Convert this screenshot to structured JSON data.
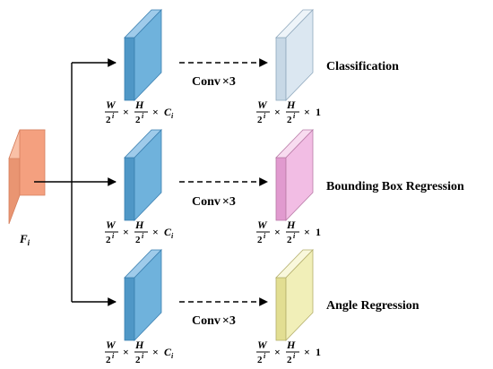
{
  "input": {
    "label_main": "F",
    "label_sub": "i",
    "color": "#f4a07f"
  },
  "feature_size": {
    "width_sym": "W",
    "height_sym": "H",
    "denom_base": "2",
    "denom_exp": "i",
    "times": "×",
    "channel_main": "C",
    "channel_sub": "i",
    "one": "1"
  },
  "conv": {
    "label": "Conv",
    "times": "×",
    "count": "3"
  },
  "branches": [
    {
      "name": "Classification",
      "head_color": "#dbe7f1"
    },
    {
      "name": "Bounding Box Regression",
      "head_color": "#f2bde4"
    },
    {
      "name": "Angle Regression",
      "head_color": "#f1efb8"
    }
  ],
  "colors": {
    "feature": "#6fb2dc",
    "line": "#000000"
  }
}
